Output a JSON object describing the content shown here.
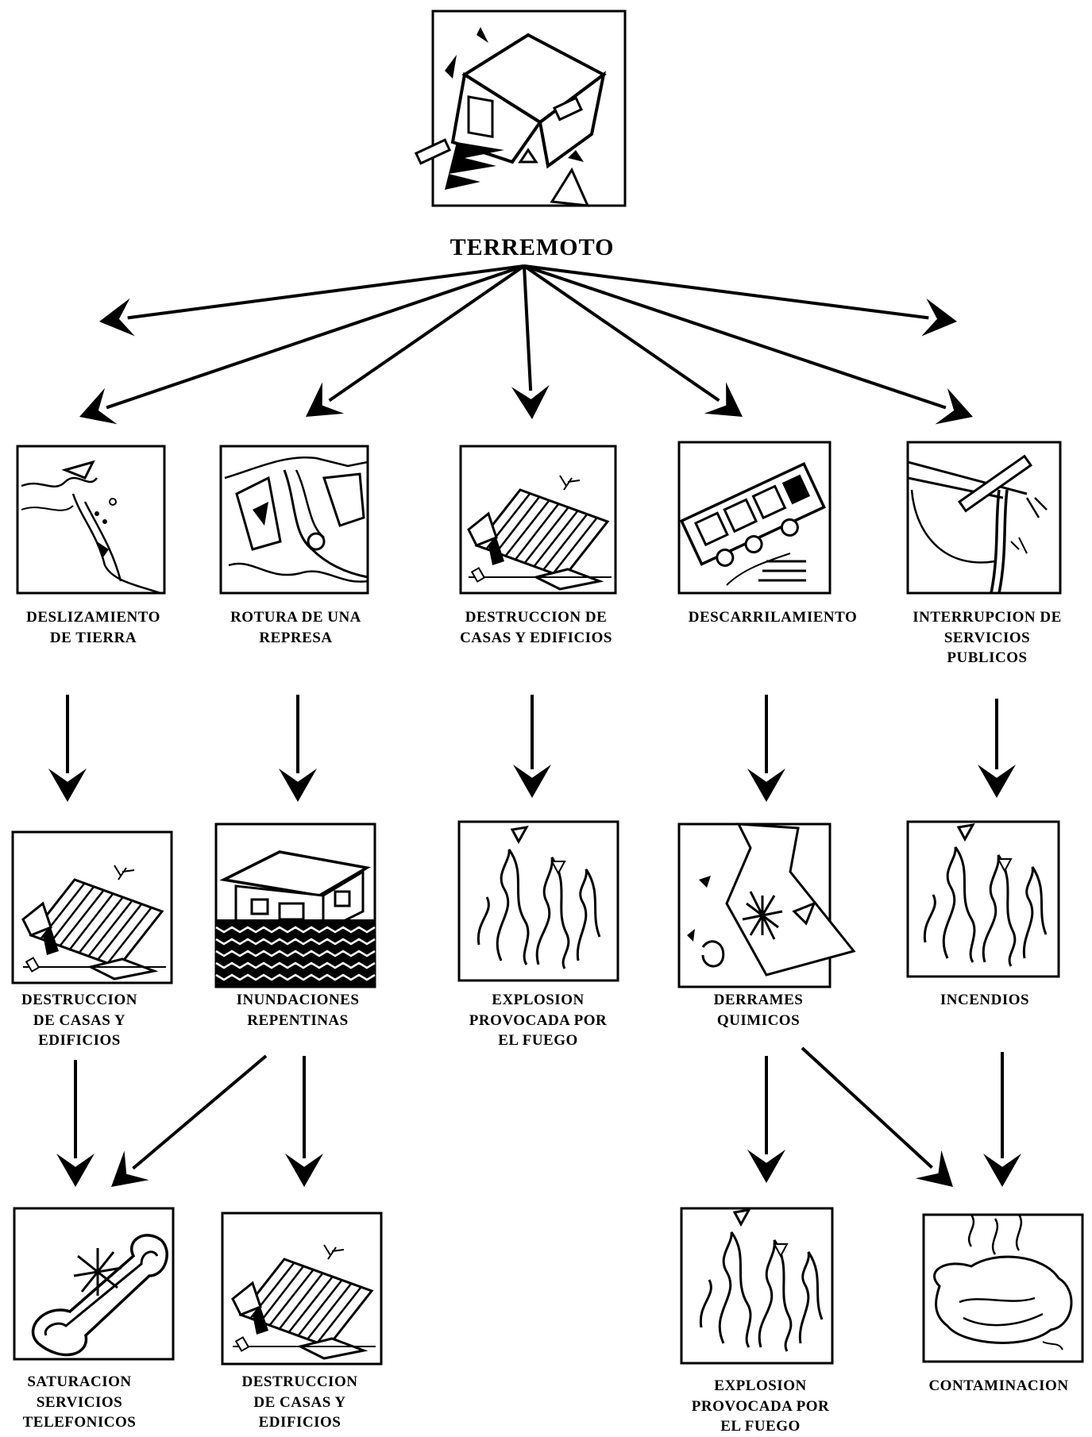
{
  "root": {
    "label": "TERREMOTO"
  },
  "level1": [
    {
      "id": "deslizamiento",
      "lines": [
        "DESLIZAMIENTO",
        "DE TIERRA"
      ],
      "icon": "landslide-icon"
    },
    {
      "id": "rotura",
      "lines": [
        "ROTURA DE UNA",
        "REPRESA"
      ],
      "icon": "dam-break-icon"
    },
    {
      "id": "destruccion",
      "lines": [
        "DESTRUCCION DE",
        "CASAS Y EDIFICIOS"
      ],
      "icon": "collapsed-house-icon"
    },
    {
      "id": "descarrilamiento",
      "lines": [
        "DESCARRILAMIENTO"
      ],
      "icon": "derailed-train-icon"
    },
    {
      "id": "interrupcion",
      "lines": [
        "INTERRUPCION DE",
        "SERVICIOS",
        "PUBLICOS"
      ],
      "icon": "broken-power-line-icon"
    }
  ],
  "level2": [
    {
      "id": "destruccion2",
      "lines": [
        "DESTRUCCION",
        "DE CASAS  Y",
        "EDIFICIOS"
      ],
      "icon": "collapsed-house-icon"
    },
    {
      "id": "inundaciones",
      "lines": [
        "INUNDACIONES",
        "REPENTINAS"
      ],
      "icon": "flooded-house-icon"
    },
    {
      "id": "explosion",
      "lines": [
        "EXPLOSION",
        "PROVOCADA POR",
        "EL FUEGO"
      ],
      "icon": "flames-icon"
    },
    {
      "id": "derrames",
      "lines": [
        "DERRAMES",
        "QUIMICOS"
      ],
      "icon": "chemical-spill-icon"
    },
    {
      "id": "incendios",
      "lines": [
        "INCENDIOS"
      ],
      "icon": "flames-icon"
    }
  ],
  "level3": [
    {
      "id": "saturacion",
      "lines": [
        "SATURACION",
        "SERVICIOS",
        "TELEFONICOS"
      ],
      "icon": "telephone-icon"
    },
    {
      "id": "destruccion3",
      "lines": [
        "DESTRUCCION",
        "DE CASAS  Y",
        "EDIFICIOS"
      ],
      "icon": "collapsed-house-icon"
    },
    {
      "id": "explosion2",
      "lines": [
        "EXPLOSION",
        "PROVOCADA POR",
        "EL FUEGO"
      ],
      "icon": "flames-icon"
    },
    {
      "id": "contaminacion",
      "lines": [
        "CONTAMINACION"
      ],
      "icon": "contamination-icon"
    }
  ]
}
